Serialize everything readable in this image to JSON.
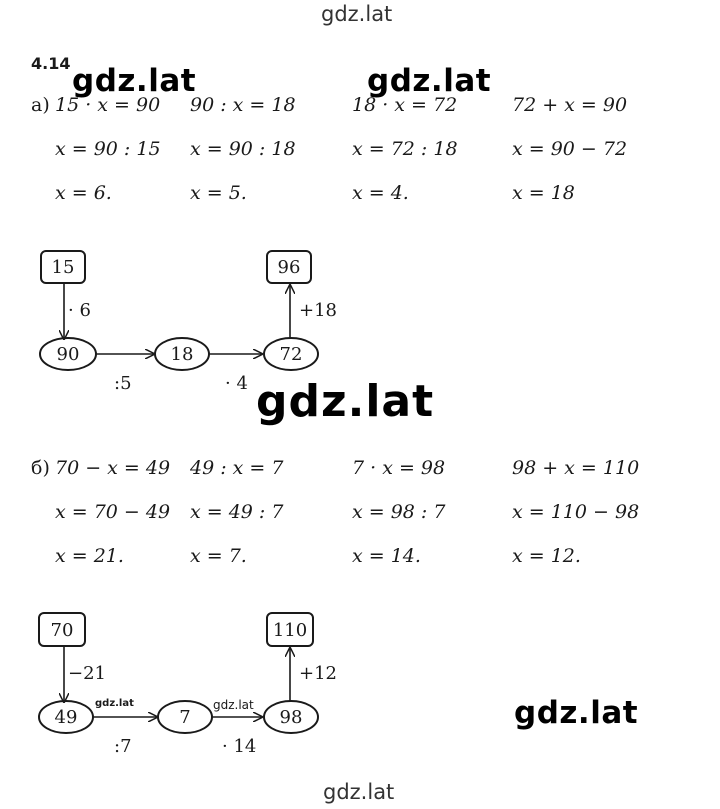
{
  "watermarks": {
    "top": "gdz.lat",
    "a_left": "gdz.lat",
    "a_right": "gdz.lat",
    "center": "gdz.lat",
    "b_tiny_1": "gdz.lat",
    "b_tiny_2": "gdz.lat",
    "b_right": "gdz.lat",
    "bottom": "gdz.lat"
  },
  "exercise": {
    "number": "4.14"
  },
  "part_a": {
    "label": "а)",
    "columns": [
      [
        "15 · x = 90",
        "x = 90 : 15",
        "x = 6."
      ],
      [
        "90 : x = 18",
        "x = 90 : 18",
        "x = 5."
      ],
      [
        "18 · x = 72",
        "x = 72 : 18",
        "x = 4."
      ],
      [
        "72 + x = 90",
        "x = 90 − 72",
        "x = 18"
      ]
    ],
    "diagram": {
      "start": "15",
      "step1": "· 6",
      "n1": "90",
      "op1": ":5",
      "n2": "18",
      "op2": "· 4",
      "n3": "72",
      "step_up": "+18",
      "end": "96"
    }
  },
  "part_b": {
    "label": "б)",
    "columns": [
      [
        "70 − x = 49",
        "x = 70 − 49",
        "x = 21."
      ],
      [
        "49 : x = 7",
        "x = 49 : 7",
        "x = 7."
      ],
      [
        "7 · x = 98",
        "x = 98 : 7",
        "x = 14."
      ],
      [
        "98 + x = 110",
        "x = 110 − 98",
        "x = 12."
      ]
    ],
    "diagram": {
      "start": "70",
      "step1": "−21",
      "n1": "49",
      "op1": ":7",
      "n2": "7",
      "op2": "· 14",
      "n3": "98",
      "step_up": "+12",
      "end": "110"
    }
  }
}
